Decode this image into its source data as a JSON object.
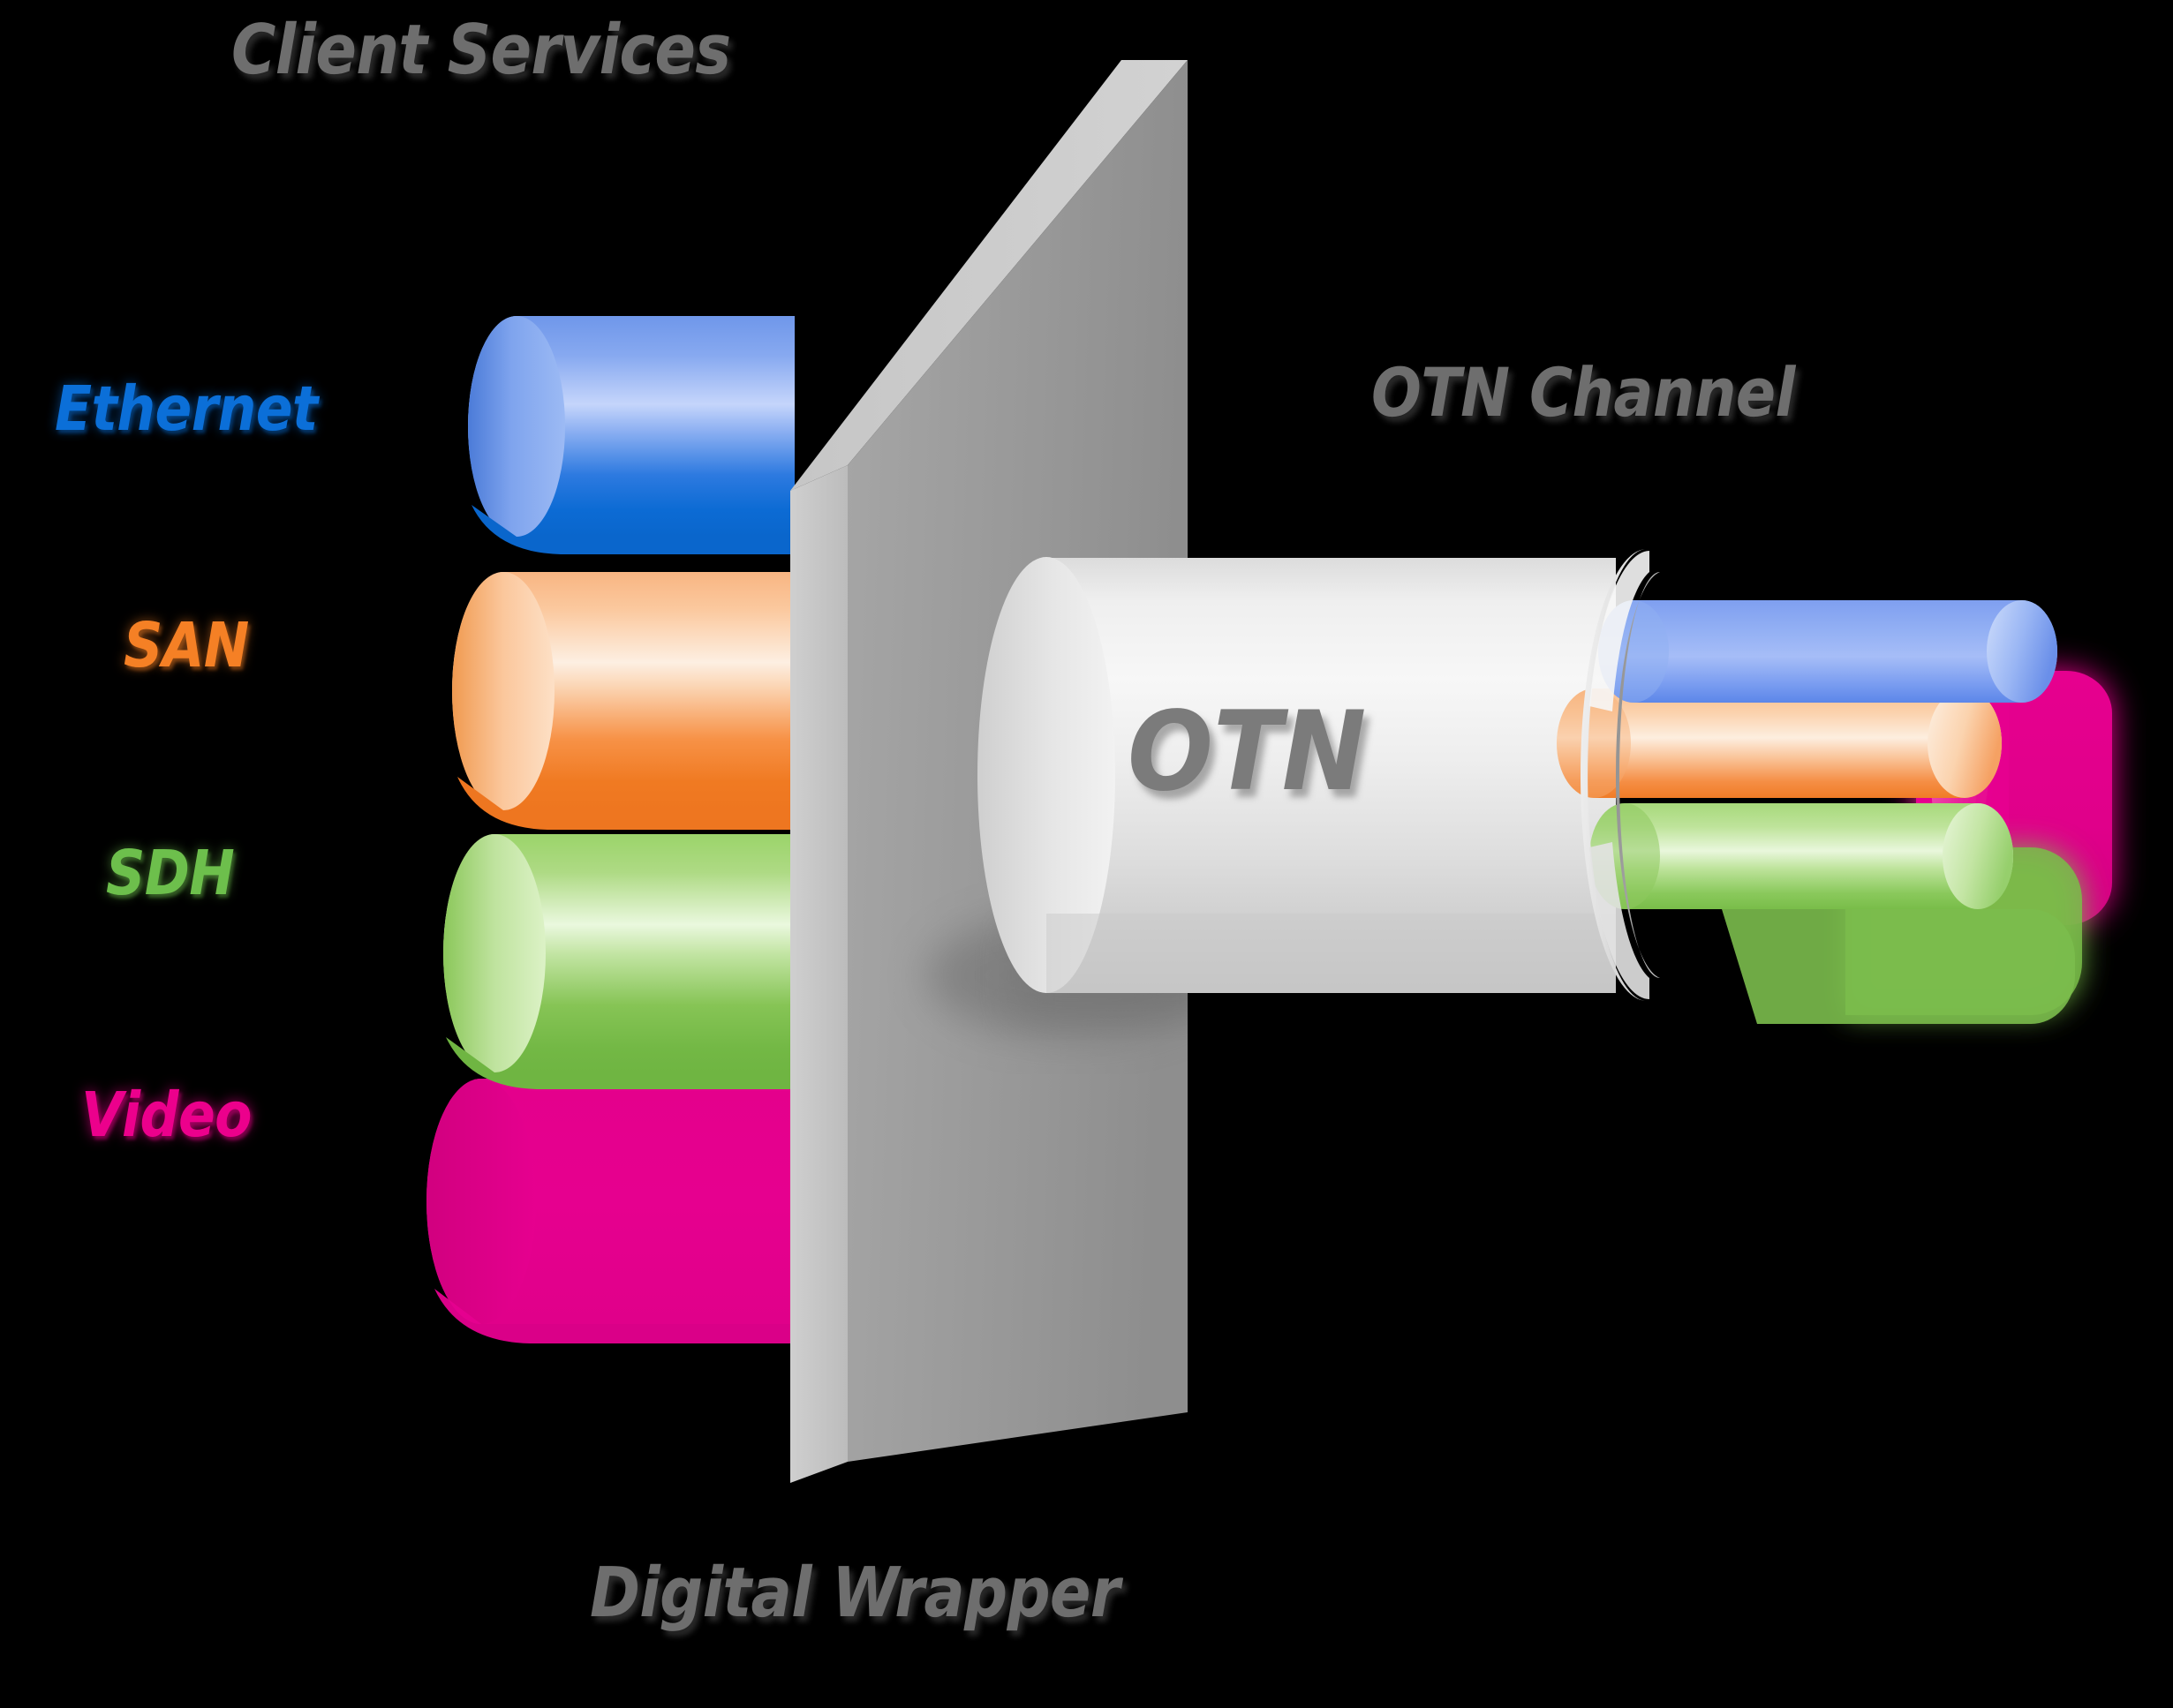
{
  "diagram": {
    "title": "OTN Digital Wrapper",
    "background_color": "#000000"
  },
  "labels": {
    "client_services": "Client Services",
    "otn_channel": "OTN Channel",
    "digital_wrapper": "Digital Wrapper",
    "otn_tube": "OTN"
  },
  "label_colors": {
    "gray": "#6e6e6e",
    "ethernet": "#0b6fd8",
    "san": "#f58025",
    "sdh": "#6dbf4c",
    "video": "#ec008c"
  },
  "client_services": [
    {
      "label": "Ethernet",
      "color": "#0b6fd8",
      "cable_color": "#4a86e8",
      "order": 1
    },
    {
      "label": "SAN",
      "color": "#f58025",
      "cable_color": "#f58025",
      "order": 2
    },
    {
      "label": "SDH",
      "color": "#6dbf4c",
      "cable_color": "#7ac943",
      "order": 3
    },
    {
      "label": "Video",
      "color": "#ec008c",
      "cable_color": "#e6008f",
      "order": 4
    }
  ],
  "wall": {
    "name": "Digital Wrapper plate",
    "face_color": "#9a9a9a",
    "top_color": "#c9c9c9",
    "edge_color": "#bfbfbf"
  },
  "tube": {
    "name": "OTN channel tube",
    "body_color": "#e8e8e8",
    "ring_color": "#d8d8d8",
    "inner_color": "#a8a8a8"
  },
  "output_cables": [
    {
      "label": "Ethernet",
      "color": "#7b9ff0"
    },
    {
      "label": "SAN",
      "color": "#f5a05a"
    },
    {
      "label": "SDH",
      "color": "#9ad56b"
    },
    {
      "label": "Video",
      "color": "#e6008f"
    }
  ]
}
